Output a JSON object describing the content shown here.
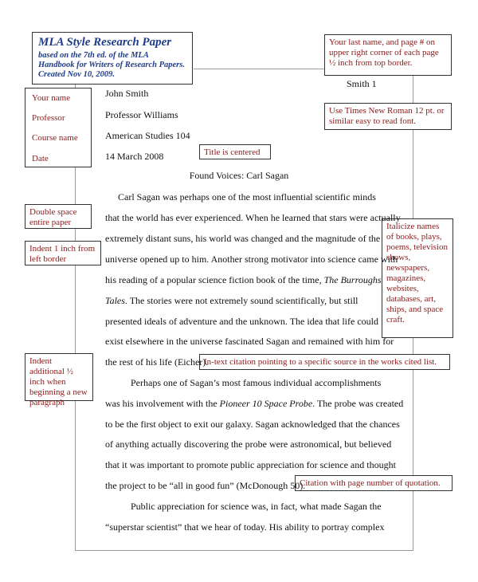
{
  "title_box": {
    "title": "MLA Style Research Paper",
    "subtitle": "based on the 7th ed. of the MLA Handbook for Writers of Research Papers. Created Nov 10, 2009."
  },
  "header": {
    "running_head": "Smith 1",
    "lines": [
      "John Smith",
      "Professor Williams",
      "American Studies 104",
      "14 March 2008"
    ]
  },
  "left_labels": [
    "Your name",
    "Professor",
    "Course name",
    "Date"
  ],
  "paper_title": "Found Voices: Carl Sagan",
  "notes": {
    "last_name": "Your last name, and page # on upper right corner of each page ½ inch from top border.",
    "font": "Use Times New Roman 12 pt. or similar easy to read font.",
    "title_centered": "Title is centered",
    "double_space": "Double space entire paper",
    "indent_one": "Indent 1 inch from left border",
    "italicize": "Italicize names of books, plays, poems, television shows, newspapers, magazines, websites, databases, art, ships, and space craft.",
    "indent_additional": "Indent additional ½ inch when beginning a new paragraph",
    "in_text_citation": "In-text citation pointing to a specific source in the works cited list.",
    "page_citation": "Citation with page number of quotation."
  },
  "body": {
    "l1": "Carl Sagan was perhaps one of the most influential scientific minds",
    "l2": "that the world has ever experienced. When he learned that stars were actually",
    "l3": "extremely distant suns, his world was changed and the magnitude of the",
    "l4": "universe opened up to him. Another strong motivator into science came with",
    "l5a": "his reading of a popular science fiction book of the time, ",
    "l5b": "The Burroughs",
    "l6a": "Tales",
    "l6b": ". The stories were not extremely sound scientifically, but still",
    "l7": "presented ideals of adventure and the unknown. The idea that life could",
    "l8": "exist elsewhere in the universe fascinated Sagan and remained with him for",
    "l9": "the rest of his life (Eicher).",
    "l10": "Perhaps one of Sagan’s most famous individual accomplishments",
    "l11a": "was his involvement with the ",
    "l11b": "Pioneer 10 Space Probe",
    "l11c": ". The probe was created",
    "l12": "to be the first object to exit our galaxy. Sagan acknowledged that the chances",
    "l13": "of anything actually discovering the probe were astronomical, but believed",
    "l14": "that it was important to promote public appreciation for science and thought",
    "l15": "the project to be “all in good fun” (McDonough 50).",
    "l16": "Public appreciation for science was, in fact, what made Sagan the",
    "l17": "“superstar scientist” that we hear of today. His ability to portray complex"
  }
}
